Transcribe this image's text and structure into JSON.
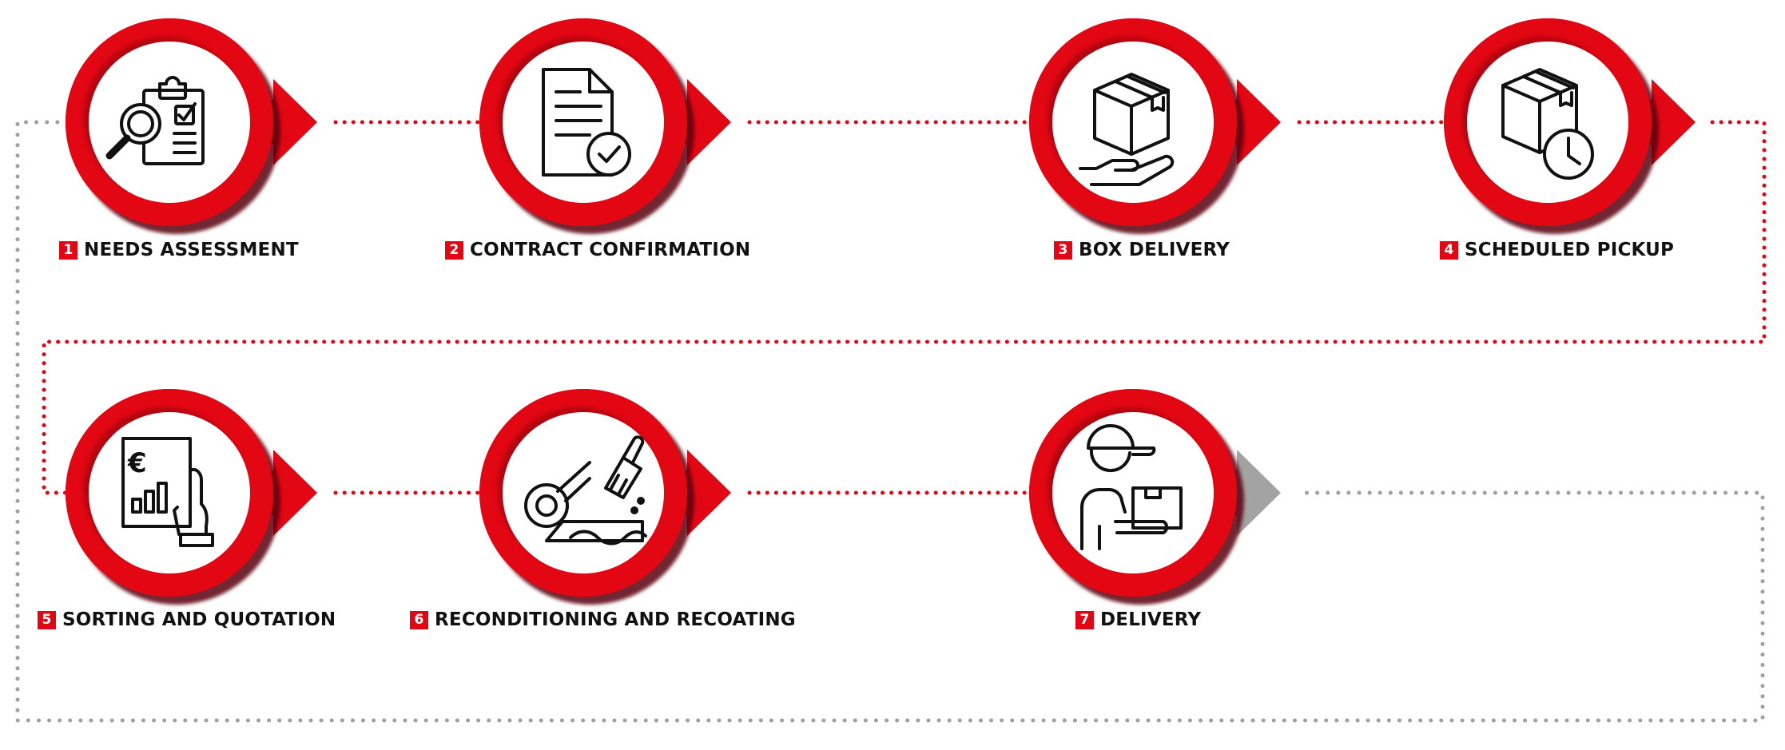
{
  "colors": {
    "brand_red": "#e30613",
    "dark_red": "#7a0a10",
    "dot_gray": "#a0a0a0",
    "pending_arrow": "#a3a3a3",
    "icon_stroke": "#111111"
  },
  "steps": [
    {
      "number": "1",
      "label": "NEEDS ASSESSMENT",
      "icon": "clipboard-magnifier-icon",
      "status": "done"
    },
    {
      "number": "2",
      "label": "CONTRACT CONFIRMATION",
      "icon": "document-check-icon",
      "status": "done"
    },
    {
      "number": "3",
      "label": "BOX DELIVERY",
      "icon": "box-in-hand-icon",
      "status": "done"
    },
    {
      "number": "4",
      "label": "SCHEDULED PICKUP",
      "icon": "box-clock-icon",
      "status": "done"
    },
    {
      "number": "5",
      "label": "SORTING AND QUOTATION",
      "icon": "euro-invoice-chart-icon",
      "status": "done"
    },
    {
      "number": "6",
      "label": "RECONDITIONING AND RECOATING",
      "icon": "grinder-brush-icon",
      "status": "done"
    },
    {
      "number": "7",
      "label": "DELIVERY",
      "icon": "courier-with-box-icon",
      "status": "pending"
    }
  ]
}
